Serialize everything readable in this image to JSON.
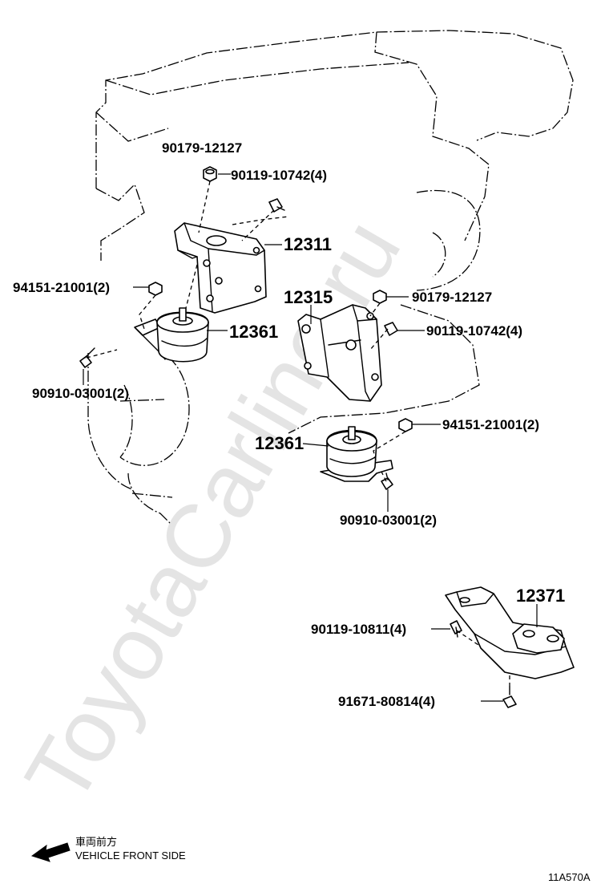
{
  "watermark": "ToyotaCarline.ru",
  "labels": {
    "nut_top_left": "90179-12127",
    "bolt_top_left": "90119-10742(4)",
    "bracket_left": "12311",
    "nut_left": "94151-21001(2)",
    "insulator_left": "12361",
    "bolt_left": "90910-03001(2)",
    "bracket_right": "12315",
    "nut_top_right": "90179-12127",
    "bolt_top_right": "90119-10742(4)",
    "nut_right": "94151-21001(2)",
    "insulator_right": "12361",
    "bolt_right": "90910-03001(2)",
    "member_rear": "12371",
    "bolt_member": "90119-10811(4)",
    "bolt_member_bottom": "91671-80814(4)"
  },
  "legend": {
    "japanese": "車両前方",
    "english": "VEHICLE FRONT SIDE"
  },
  "diagram_code": "11A570A"
}
